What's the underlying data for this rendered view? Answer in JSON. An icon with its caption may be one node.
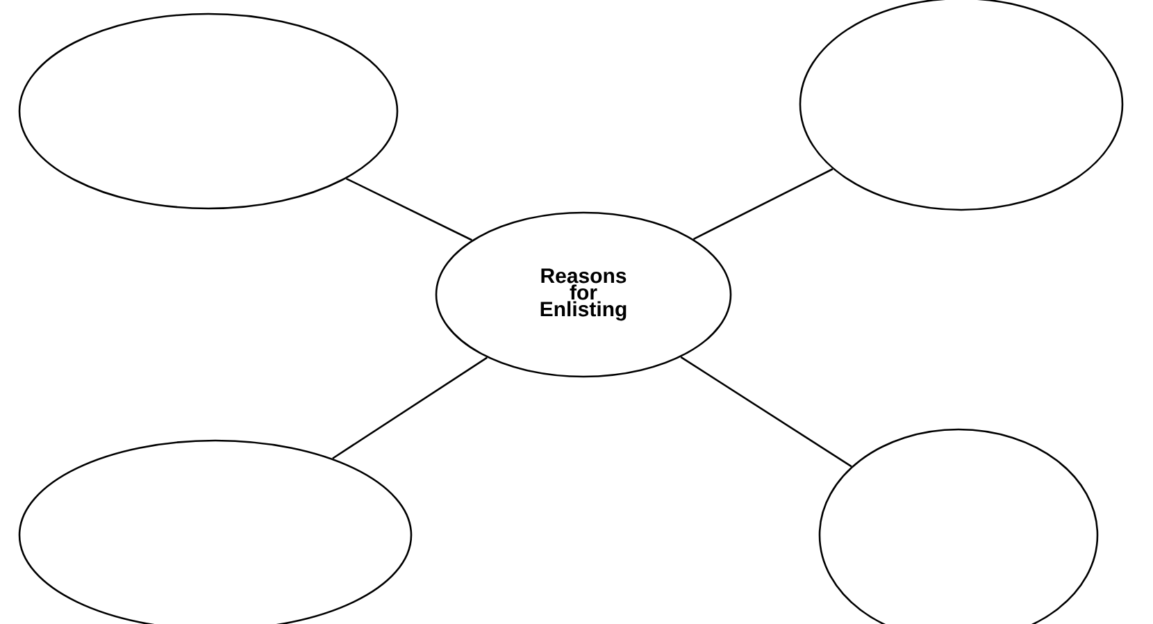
{
  "diagram": {
    "nodes": [
      {
        "text": [],
        "shape": "oval"
      },
      {
        "text": [],
        "shape": "oval"
      },
      {
        "text": [
          "Reasons for Enlisting"
        ]
      },
      {
        "text": [],
        "shape": "oval"
      },
      {
        "text": [],
        "shape": "oval"
      }
    ],
    "edges": [
      {
        "from": 2,
        "to": 0,
        "arrow": "none"
      },
      {
        "from": 2,
        "to": 1,
        "arrow": "none"
      },
      {
        "from": 2,
        "to": 3,
        "arrow": "none"
      },
      {
        "from": 2,
        "to": 4,
        "arrow": "none"
      }
    ]
  }
}
